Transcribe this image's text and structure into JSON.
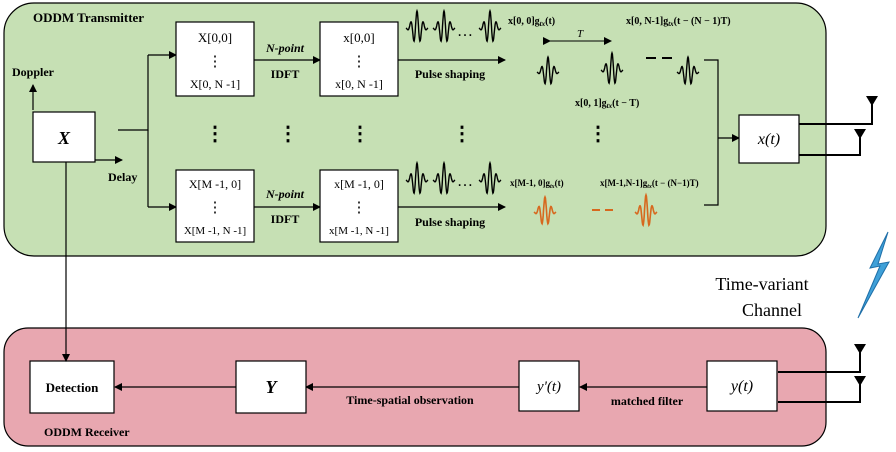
{
  "transmitter": {
    "title": "ODDM Transmitter",
    "doppler_label": "Doppler",
    "delay_label": "Delay",
    "input_symbol": "X",
    "row_top": {
      "block_top": "X[0,0]",
      "block_bottom": "X[0, N -1]",
      "idft_line1": "N-point",
      "idft_line2": "IDFT",
      "out_top": "x[0,0]",
      "out_bottom": "x[0, N -1]",
      "pulse_label": "Pulse shaping"
    },
    "row_bottom": {
      "block_top": "X[M -1, 0]",
      "block_bottom": "X[M -1, N -1]",
      "idft_line1": "N-point",
      "idft_line2": "IDFT",
      "out_top": "x[M -1, 0]",
      "out_bottom": "x[M -1, N -1]",
      "pulse_label": "Pulse shaping"
    },
    "vdots": "⋮",
    "hdots": "…",
    "wave_labels": {
      "first": "x[0, 0]g_tx(t)",
      "period": "T",
      "last": "x[0, N-1]g_tx(t − (N − 1)T)",
      "second": "x[0, 1]g_tx(t − T)",
      "m_first": "x[M-1, 0]g_tx(t)",
      "m_last": "x[M-1,N-1]g_tx(t − (N−1)T)"
    },
    "sum_output": "x(t)"
  },
  "channel": {
    "line1": "Time-variant",
    "line2": "Channel"
  },
  "receiver": {
    "title": "ODDM Receiver",
    "input": "y(t)",
    "matched_filter_label": "matched filter",
    "filtered": "y'(t)",
    "observation_label": "Time-spatial observation",
    "output_symbol": "Y",
    "detection": "Detection"
  },
  "colors": {
    "transmitter_fill": "#c6e0b4",
    "receiver_fill": "#e8a7b0",
    "orange_wave": "#d7681e",
    "lightning": "#3fa0d8"
  }
}
